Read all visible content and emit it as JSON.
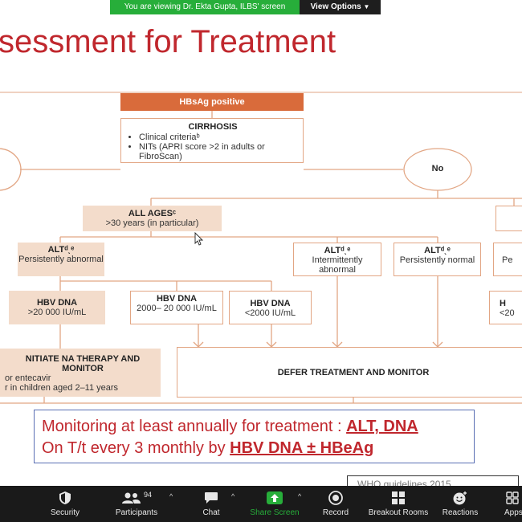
{
  "banner": {
    "message": "You are viewing Dr. Ekta Gupta, ILBS' screen",
    "view_options": "View Options",
    "view_options_icon": "chevron-down-icon"
  },
  "slide": {
    "title": "sessment for Treatment",
    "flow": {
      "hbsag": "HBsAg positive",
      "cirrhosis": {
        "heading": "CIRRHOSIS",
        "items": [
          "Clinical criteriaᵇ",
          "NITs (APRI score >2 in adults or FibroScan)"
        ]
      },
      "no": "No",
      "all_ages": {
        "heading": "ALL AGESᶜ",
        "text": ">30 years (in particular)"
      },
      "alt_persistently_abnormal": {
        "heading": "ALTᵈˎᵉ",
        "text": "Persistently abnormal"
      },
      "alt_intermittently_abnormal": {
        "heading": "ALTᵈˎᵉ",
        "text": "Intermittently abnormal"
      },
      "alt_persistently_normal": {
        "heading": "ALTᵈˎᵉ",
        "text": "Persistently normal"
      },
      "alt_right_partial": "Pe",
      "dna_high": {
        "heading": "HBV DNA",
        "text": ">20 000 IU/mL"
      },
      "dna_mid": {
        "heading": "HBV DNA",
        "text": "2000– 20 000 IU/mL"
      },
      "dna_low": {
        "heading": "HBV DNA",
        "text": "<2000 IU/mL"
      },
      "dna_right_partial": {
        "heading": "H",
        "text": "<20"
      },
      "initiate": {
        "heading": "NITIATE NA THERAPY AND MONITOR",
        "line1": "or entecavir",
        "line2": "r in children aged 2–11 years"
      },
      "defer": "DEFER TREATMENT AND MONITOR"
    },
    "monitoring": {
      "line1_prefix": "Monitoring at least annually for treatment : ",
      "line1_emph": "ALT, DNA",
      "line2_prefix": "On T/t every 3 monthly by ",
      "line2_emph": "HBV DNA ± HBeAg"
    },
    "caption": "WHO guidelines 2015"
  },
  "toolbar": {
    "items": [
      {
        "label": "Security",
        "icon": "shield-icon"
      },
      {
        "label": "Participants",
        "icon": "participants-icon",
        "count": "94"
      },
      {
        "label": "Chat",
        "icon": "chat-icon"
      },
      {
        "label": "Share Screen",
        "icon": "share-screen-icon"
      },
      {
        "label": "Record",
        "icon": "record-icon"
      },
      {
        "label": "Breakout Rooms",
        "icon": "breakout-rooms-icon"
      },
      {
        "label": "Reactions",
        "icon": "reactions-icon"
      },
      {
        "label": "Apps",
        "icon": "apps-icon"
      }
    ],
    "share_color": "#27ae3a"
  },
  "colors": {
    "title_red": "#c0272d",
    "connector": "#e2a684",
    "peach": "#f3dccb",
    "hbsag_orange": "#d96b3b",
    "monitor_border": "#5a6fb4"
  }
}
